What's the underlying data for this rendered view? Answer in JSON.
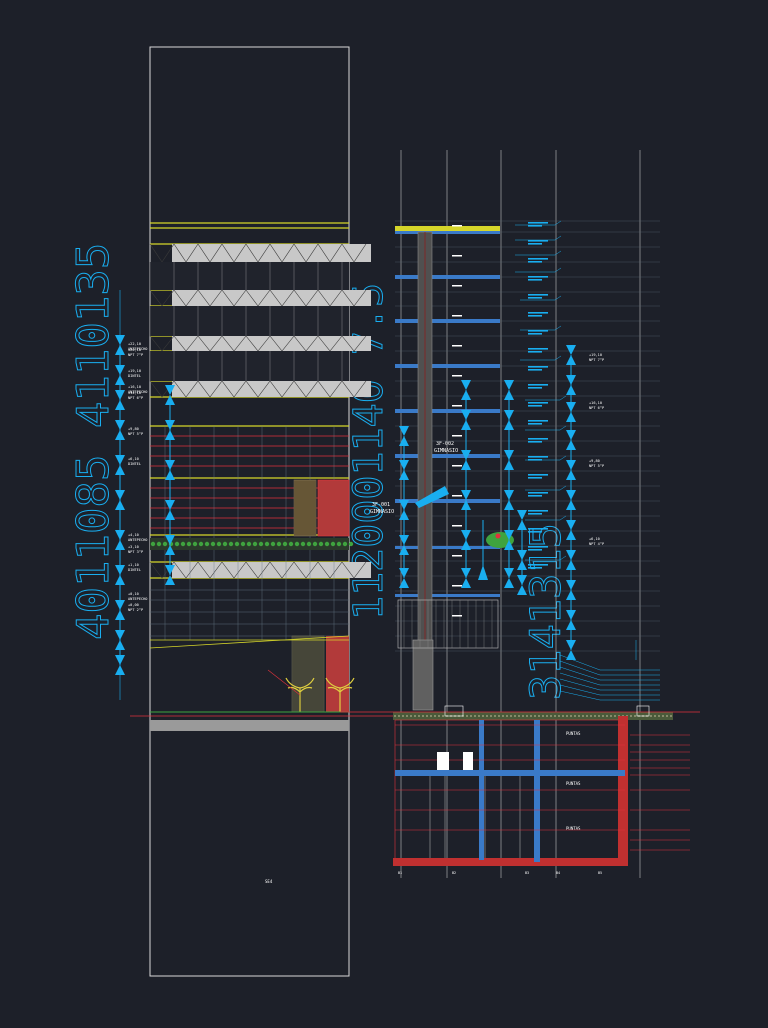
{
  "colors": {
    "background": "#1d2029",
    "frame": "#d9d9d9",
    "dimension": "#19aef0",
    "slab": "#d6d62a",
    "red": "#e0323c",
    "green": "#3fa33f",
    "panel": "#c8c8c8",
    "white_line": "#bfbfbf"
  },
  "drawing": {
    "sheet_code": "SE4",
    "big_dim_left": "4011085  4110135",
    "big_dim_center": "1120001140 7.5",
    "big_dim_right": "3141315",
    "room_label_1": "3F-002",
    "room_sub_1": "GIMNASIO",
    "room_label_2": "3F-001",
    "room_sub_2": "GIMNASIO",
    "basement_label_1": "PUNTAS",
    "basement_label_2": "PUNTAS",
    "basement_label_3": "PUNTAS",
    "level_labels_left": [
      "+22,10 ANTEPECHO",
      "+20,10 NPT 7°P",
      "+19,10 DINTEL",
      "+16,10 ANTEPECHO",
      "+14,10 NPT 6°P",
      "+9,80 NPT 5°P",
      "+6,10 DINTEL",
      "+4,10 ANTEPECHO",
      "+3,10 NPT 3°P",
      "+1,10 DINTEL",
      "+0,10 ANTEPECHO",
      "+0,00 NPT 2°P"
    ],
    "level_labels_right": [
      "+19,10 NPT 7°P",
      "+16,10 NPT 6°P",
      "+9,80 NPT 5°P",
      "+6,10 NPT 4°P"
    ],
    "axis_labels": [
      "B1",
      "B2",
      "B3",
      "B4",
      "B5"
    ]
  }
}
